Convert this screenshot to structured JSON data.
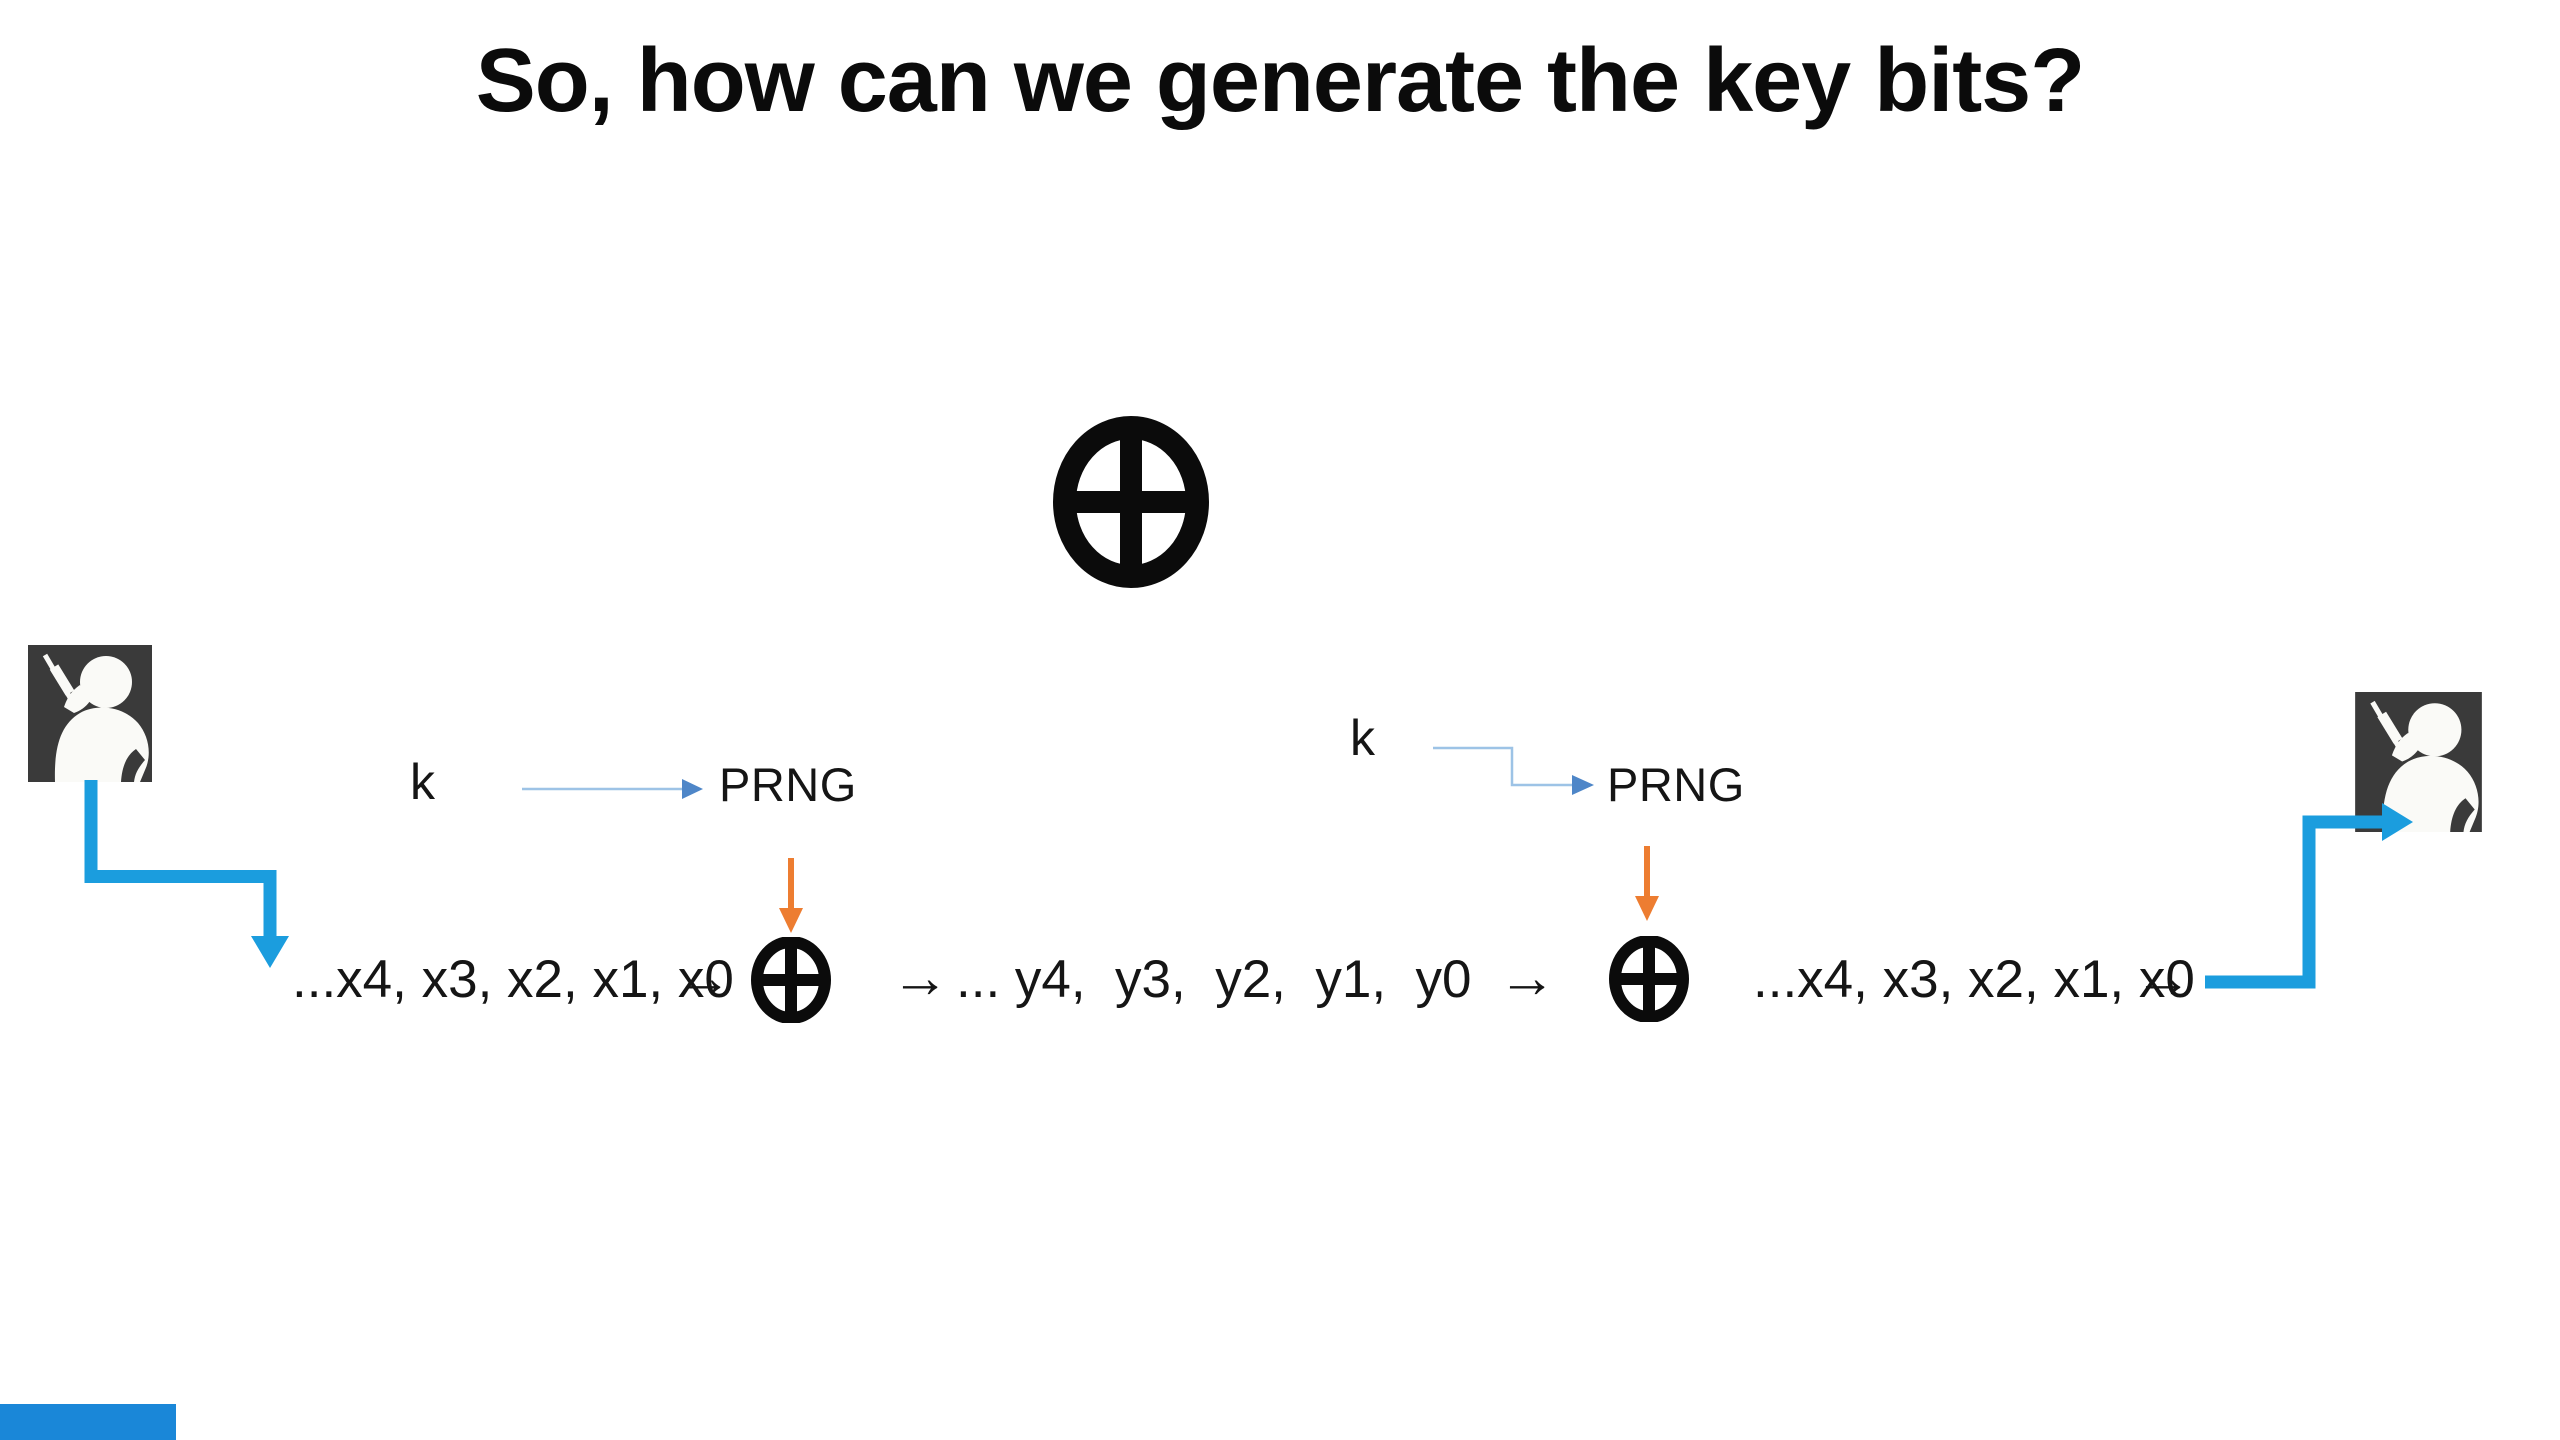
{
  "slide": {
    "title": "So, how can we generate the key bits?"
  },
  "symbols": {
    "xor": "⊕",
    "arrow_right": "→"
  },
  "colors": {
    "text": "#151515",
    "xor_black": "#0b0b0b",
    "thick_arrow_blue": "#1b9dde",
    "thin_arrow_line_blue": "#9dc3e6",
    "thin_arrow_head_blue": "#4e86c8",
    "orange_arrow": "#ed7d31",
    "icon_bg": "#3a3a3a",
    "icon_fg": "#fafaf7",
    "progress_bar_blue": "#1a87d8"
  },
  "left_unit": {
    "key_label": "k",
    "prng_label": "PRNG",
    "plaintext_bits": "...x4, x3, x2, x1, x0",
    "arrow_in": "→",
    "arrow_out": "→"
  },
  "middle": {
    "cipher_bits": "... y4,  y3,  y2,  y1,  y0",
    "arrow_to_xor": "→"
  },
  "right_unit": {
    "key_label": "k",
    "prng_label": "PRNG",
    "plaintext_bits": "...x4, x3, x2, x1, x0",
    "arrow_out": "→"
  }
}
